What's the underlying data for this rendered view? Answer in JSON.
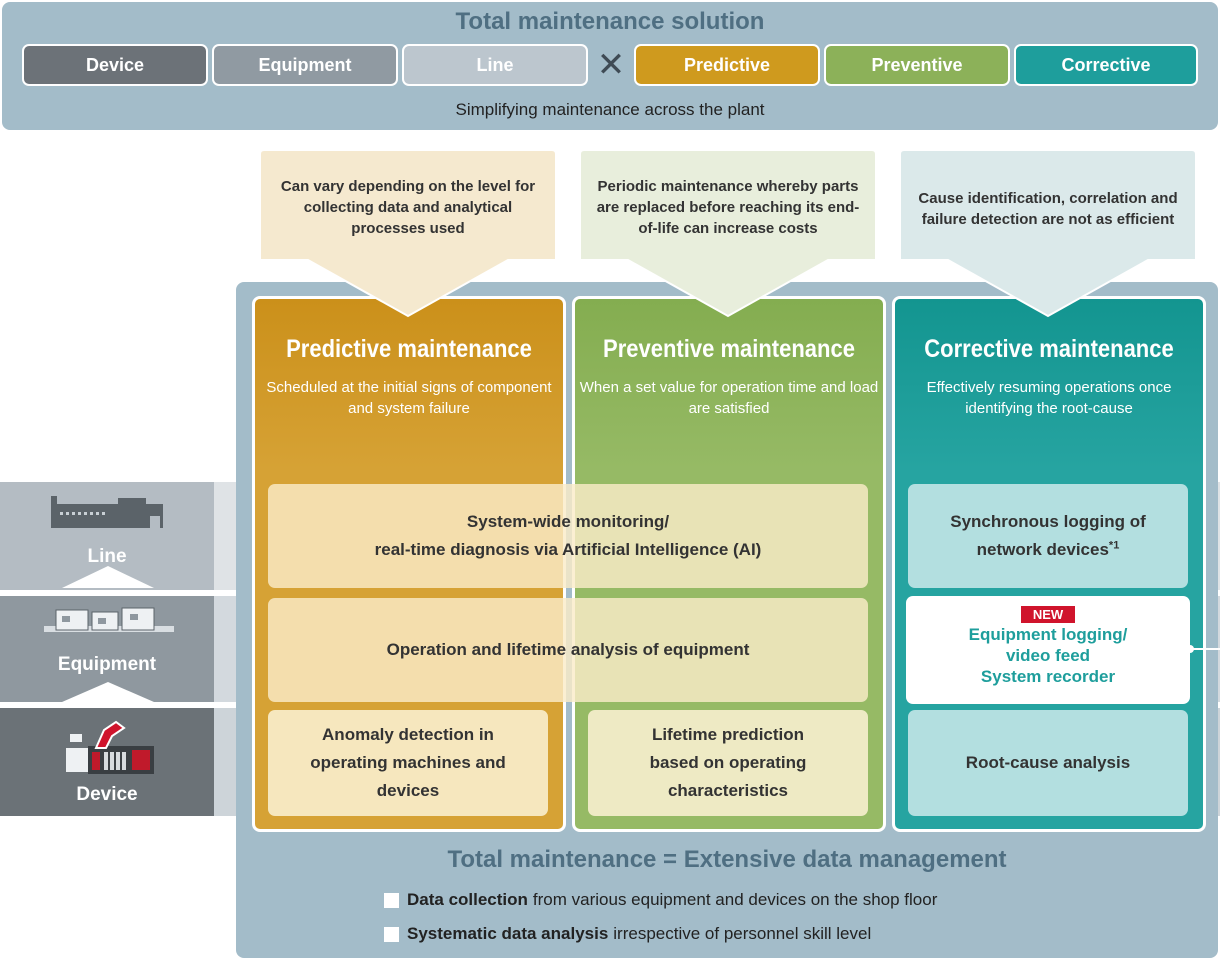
{
  "header": {
    "title": "Total maintenance solution",
    "subtitle": "Simplifying maintenance across the plant",
    "levels": [
      "Device",
      "Equipment",
      "Line"
    ],
    "operator": "✕",
    "types": [
      "Predictive",
      "Preventive",
      "Corrective"
    ]
  },
  "callouts": {
    "predictive": "Can vary depending on the level for collecting data and analytical processes used",
    "preventive": "Periodic maintenance whereby parts are replaced before reaching its end-of-life can increase costs",
    "corrective": "Cause identification, correlation and failure detection are not as efficient"
  },
  "columns": {
    "predictive": {
      "title": "Predictive maintenance",
      "desc": "Scheduled at the initial signs of component and system failure"
    },
    "preventive": {
      "title": "Preventive maintenance",
      "desc": "When a set value for operation time and load are satisfied"
    },
    "corrective": {
      "title": "Corrective maintenance",
      "desc": "Effectively resuming operations once identifying the root-cause"
    }
  },
  "levels": {
    "line": "Line",
    "equipment": "Equipment",
    "device": "Device"
  },
  "features": {
    "line_shared_1": "System-wide monitoring/",
    "line_shared_2": "real-time diagnosis via Artificial Intelligence (AI)",
    "line_corrective_1": "Synchronous logging of",
    "line_corrective_2": "network devices",
    "line_corrective_note": "*1",
    "equipment_shared": "Operation and lifetime analysis of equipment",
    "equipment_corrective_badge": "NEW",
    "equipment_corrective_1": "Equipment logging/",
    "equipment_corrective_2": "video feed",
    "equipment_corrective_3": "System recorder",
    "device_predictive_1": "Anomaly detection in",
    "device_predictive_2": "operating machines and",
    "device_predictive_3": "devices",
    "device_preventive_1": "Lifetime prediction",
    "device_preventive_2": "based on operating",
    "device_preventive_3": "characteristics",
    "device_corrective": "Root-cause analysis"
  },
  "footer": {
    "title": "Total maintenance = Extensive data management",
    "bullets": [
      {
        "bold": "Data collection",
        "rest": "from various equipment and devices on the shop floor"
      },
      {
        "bold": "Systematic data analysis",
        "rest": "irrespective of personnel skill level"
      }
    ]
  },
  "colors": {
    "predictive": "#cf9a1e",
    "preventive": "#8cb159",
    "corrective": "#1e9e9c",
    "panel": "#a3bcc9",
    "badge": "#d0142c"
  }
}
